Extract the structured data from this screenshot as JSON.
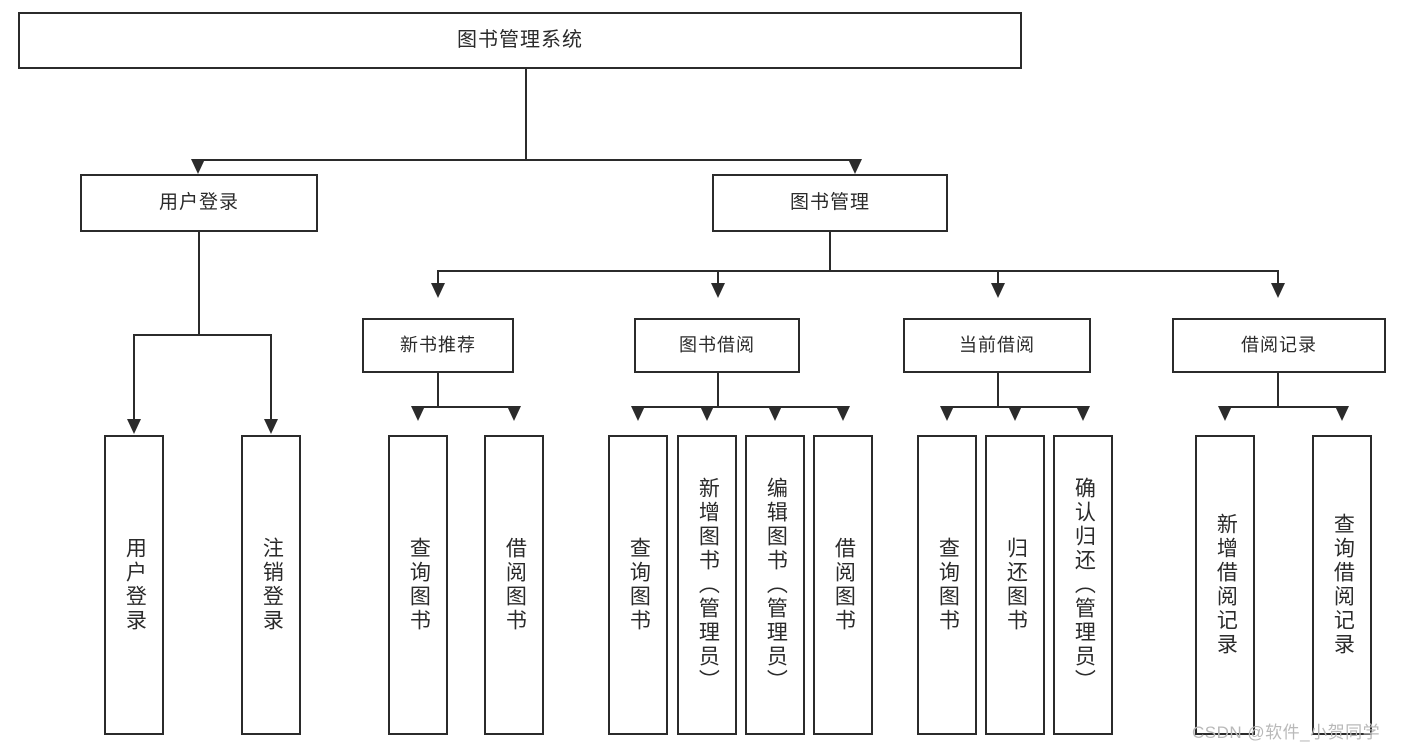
{
  "diagram": {
    "title": "图书管理系统",
    "root": {
      "label": "图书管理系统"
    },
    "level1": [
      {
        "label": "用户登录"
      },
      {
        "label": "图书管理"
      }
    ],
    "level2": [
      {
        "label": "新书推荐"
      },
      {
        "label": "图书借阅"
      },
      {
        "label": "当前借阅"
      },
      {
        "label": "借阅记录"
      }
    ],
    "leaves": {
      "user_login": [
        {
          "label": "用户登录"
        },
        {
          "label": "注销登录"
        }
      ],
      "new_book_recommend": [
        {
          "label": "查询图书"
        },
        {
          "label": "借阅图书"
        }
      ],
      "book_borrow": [
        {
          "label": "查询图书"
        },
        {
          "label": "新增图书（管理员）"
        },
        {
          "label": "编辑图书（管理员）"
        },
        {
          "label": "借阅图书"
        }
      ],
      "current_borrow": [
        {
          "label": "查询图书"
        },
        {
          "label": "归还图书"
        },
        {
          "label": "确认归还（管理员）"
        }
      ],
      "borrow_record": [
        {
          "label": "新增借阅记录"
        },
        {
          "label": "查询借阅记录"
        }
      ]
    }
  },
  "watermark": {
    "text": "CSDN @软件_小贺同学"
  },
  "colors": {
    "stroke": "#2b2b2b",
    "background": "#ffffff",
    "watermark": "#b9b9b9"
  }
}
